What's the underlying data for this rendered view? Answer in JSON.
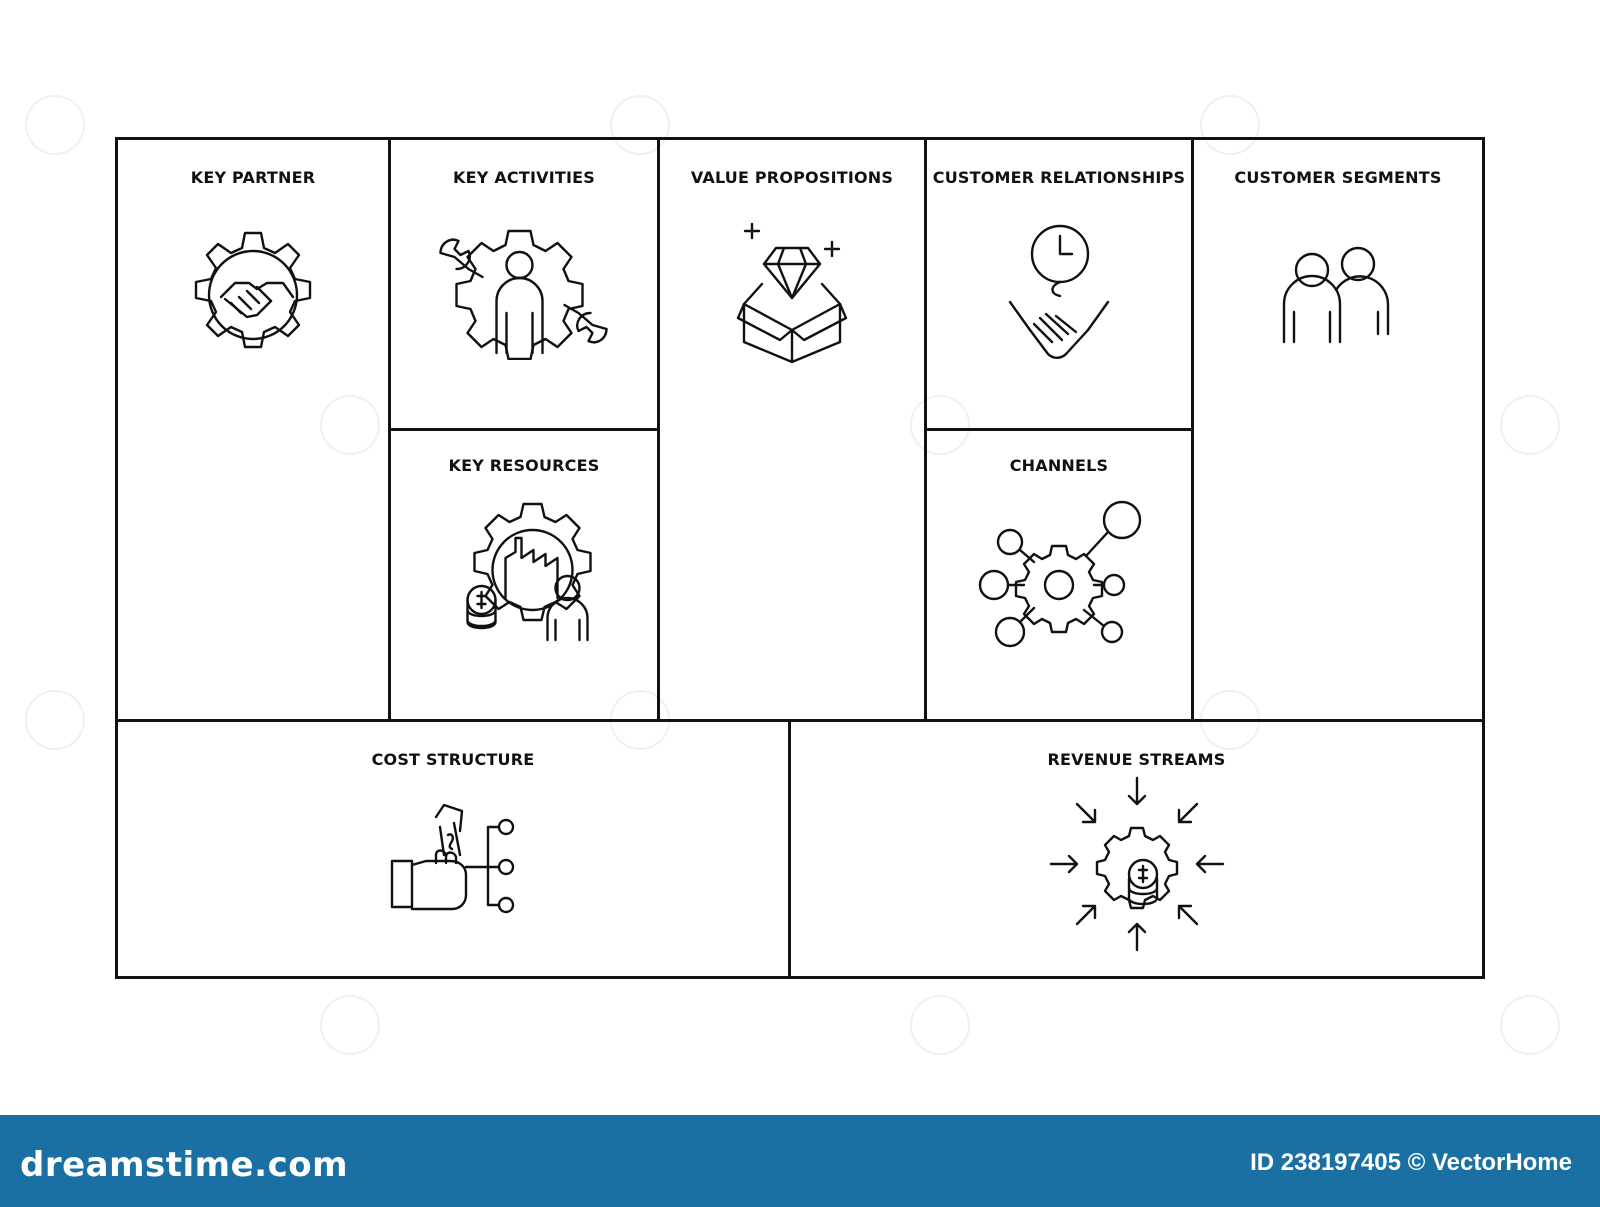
{
  "canvas": {
    "key_partner": {
      "title": "KEY PARTNER",
      "icon": "handshake-gear-icon"
    },
    "key_activities": {
      "title": "KEY ACTIVITIES",
      "icon": "worker-gear-wrench-icon"
    },
    "key_resources": {
      "title": "KEY RESOURCES",
      "icon": "factory-coins-person-icon"
    },
    "value_propositions": {
      "title": "VALUE PROPOSITIONS",
      "icon": "diamond-box-icon"
    },
    "customer_relationships": {
      "title": "CUSTOMER RELATIONSHIPS",
      "icon": "handshake-clock-icon"
    },
    "channels": {
      "title": "CHANNELS",
      "icon": "network-gear-icon"
    },
    "customer_segments": {
      "title": "CUSTOMER SEGMENTS",
      "icon": "two-people-icon"
    },
    "cost_structure": {
      "title": "COST STRUCTURE",
      "icon": "hand-money-icon"
    },
    "revenue_streams": {
      "title": "REVENUE STREAMS",
      "icon": "gear-coins-arrows-icon"
    }
  },
  "footer": {
    "brand": "dreamstime.com",
    "credit": "ID 238197405 © VectorHome"
  },
  "colors": {
    "footer_bg": "#1a6fa3",
    "line": "#111111"
  }
}
